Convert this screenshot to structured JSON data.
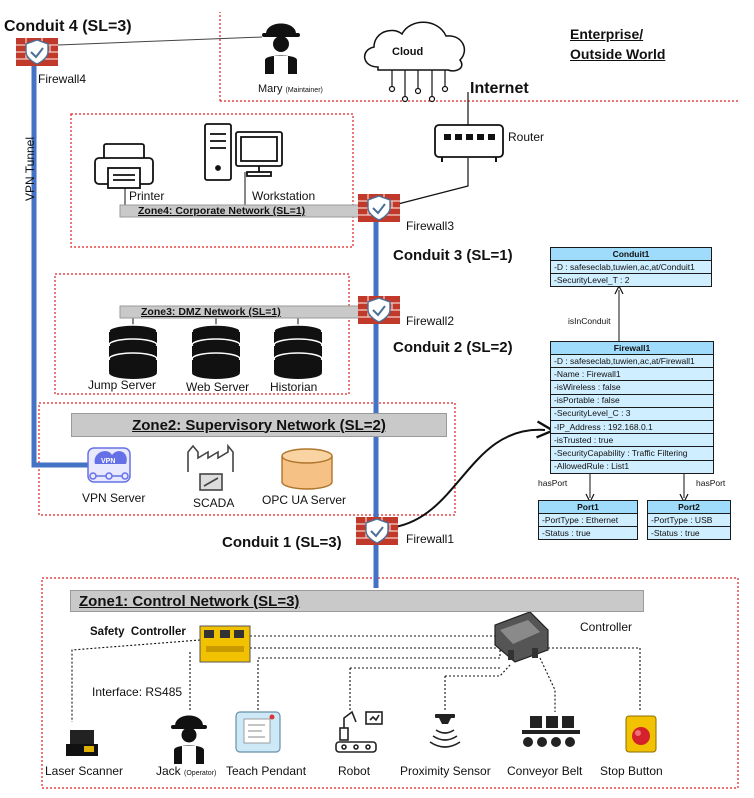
{
  "enterprise": {
    "line1": "Enterprise/",
    "line2": "Outside World"
  },
  "internet_label": "Internet",
  "cloud_label": "Cloud",
  "router_label": "Router",
  "conduit4": "Conduit 4 (SL=3)",
  "conduit3": "Conduit 3 (SL=1)",
  "conduit2": "Conduit 2 (SL=2)",
  "conduit1": "Conduit 1 (SL=3)",
  "firewalls": {
    "fw1": "Firewall1",
    "fw2": "Firewall2",
    "fw3": "Firewall3",
    "fw4": "Firewall4"
  },
  "vpn_tunnel": "VPN Tunnel",
  "mary": {
    "name": "Mary",
    "role": "(Maintainer)"
  },
  "zone4": {
    "title": "Zone4: Corporate Network (SL=1)",
    "printer": "Printer",
    "workstation": "Workstation"
  },
  "zone3": {
    "title": "Zone3: DMZ Network (SL=1)",
    "jump": "Jump Server",
    "web": "Web Server",
    "historian": "Historian"
  },
  "zone2": {
    "title": "Zone2: Supervisory Network (SL=2)",
    "vpn": "VPN Server",
    "scada": "SCADA",
    "opc": "OPC UA Server"
  },
  "zone1": {
    "title": "Zone1: Control Network (SL=3)",
    "safety": "Safety  Controller",
    "controller": "Controller",
    "interface": "Interface: RS485",
    "laser": "Laser Scanner",
    "jack_name": "Jack",
    "jack_role": "(Operator)",
    "teach": "Teach Pendant",
    "robot": "Robot",
    "proximity": "Proximity Sensor",
    "conveyor": "Conveyor Belt",
    "stop": "Stop Button"
  },
  "uml": {
    "conduit1": {
      "title": "Conduit1",
      "rows": [
        "-D : safeseclab,tuwien,ac,at/Conduit1",
        "-SecurityLevel_T : 2"
      ]
    },
    "firewall1": {
      "title": "Firewall1",
      "rows": [
        "-D : safeseclab,tuwien,ac,at/Firewall1",
        "-Name : Firewall1",
        "-isWireless : false",
        "-isPortable : false",
        "-SecurityLevel_C : 3",
        "-IP_Address : 192.168.0.1",
        "-isTrusted : true",
        "-SecurityCapability : Traffic Filtering",
        "-AllowedRule : List1"
      ]
    },
    "port1": {
      "title": "Port1",
      "rows": [
        "-PortType : Ethernet",
        "-Status : true"
      ]
    },
    "port2": {
      "title": "Port2",
      "rows": [
        "-PortType : USB",
        "-Status : true"
      ]
    },
    "is_in_conduit": "isInConduit",
    "has_port_left": "hasPort",
    "has_port_right": "hasPort"
  },
  "colors": {
    "zone_border": "#e02020",
    "conduit_line": "#4472c4",
    "firewall": "#c0392b",
    "uml_fill": "#cfeeff",
    "uml_head": "#9fdcfb"
  }
}
